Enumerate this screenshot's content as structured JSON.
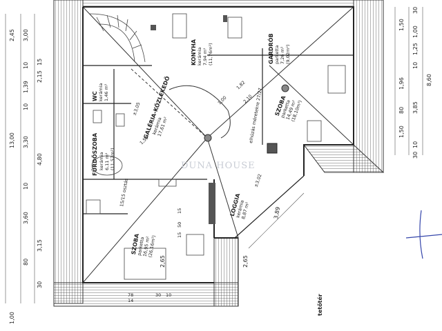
{
  "floor_label": "tetőtér",
  "watermark": "DUNA HOUSE",
  "rooms": {
    "konyha": {
      "name": "KONYHA",
      "floor": "kerámia",
      "area": "7,94 m²",
      "note": "(11,76m²)"
    },
    "gardrob": {
      "name": "GARDRÓB",
      "floor": "parketta",
      "area": "7,26 m²",
      "note": "(9,02m²)"
    },
    "galeria": {
      "name": "GALÉRIA-KÖZLEKEDŐ",
      "floor": "kerámia",
      "area": "17,61 m²"
    },
    "wc": {
      "name": "WC",
      "floor": "kerámia",
      "area": "1,46 m²"
    },
    "furdoszoba": {
      "name": "FÜRDŐSZOBA",
      "floor": "kerámia",
      "area": "6,11 m²",
      "note": "(11,57m²)"
    },
    "szoba_right": {
      "name": "SZOBA",
      "floor": "parketta",
      "area": "14,49 m²",
      "note": "(18,10m²)"
    },
    "szoba_left": {
      "name": "SZOBA",
      "floor": "parketta",
      "area": "16,95 m²",
      "note": "(26,16m²)"
    },
    "loggia": {
      "name": "LOGGIA",
      "floor": "kerámia",
      "area": "8,87 m²"
    }
  },
  "annotations": {
    "level_a": "±3,05",
    "level_b": "±3,02",
    "chimney": "elhúzás méretekre 27/27",
    "stair": "15/15 osztás",
    "h1": "1,00",
    "h2": "1,50",
    "h3": "2,10",
    "h4": "1,82"
  },
  "dims_left": [
    "2,45",
    "3,00",
    "10",
    "2,15",
    "1,39",
    "10",
    "3,30",
    "4,80",
    "10",
    "3,60",
    "3,15",
    "80",
    "1,00"
  ],
  "dims_left_total": "13,00",
  "dims_left_inner": [
    "15",
    "30"
  ],
  "dims_right": [
    "1,50",
    "30",
    "1,00",
    "1,25",
    "10",
    "1,96",
    "80",
    "3,85",
    "1,50",
    "10",
    "30"
  ],
  "dims_right_total": "8,60",
  "dims_diag": "3,89",
  "dims_bottom": [
    "2,65",
    "2,65"
  ],
  "dims_small": [
    "78",
    "14",
    "30",
    "10",
    "15",
    "50",
    "15"
  ]
}
